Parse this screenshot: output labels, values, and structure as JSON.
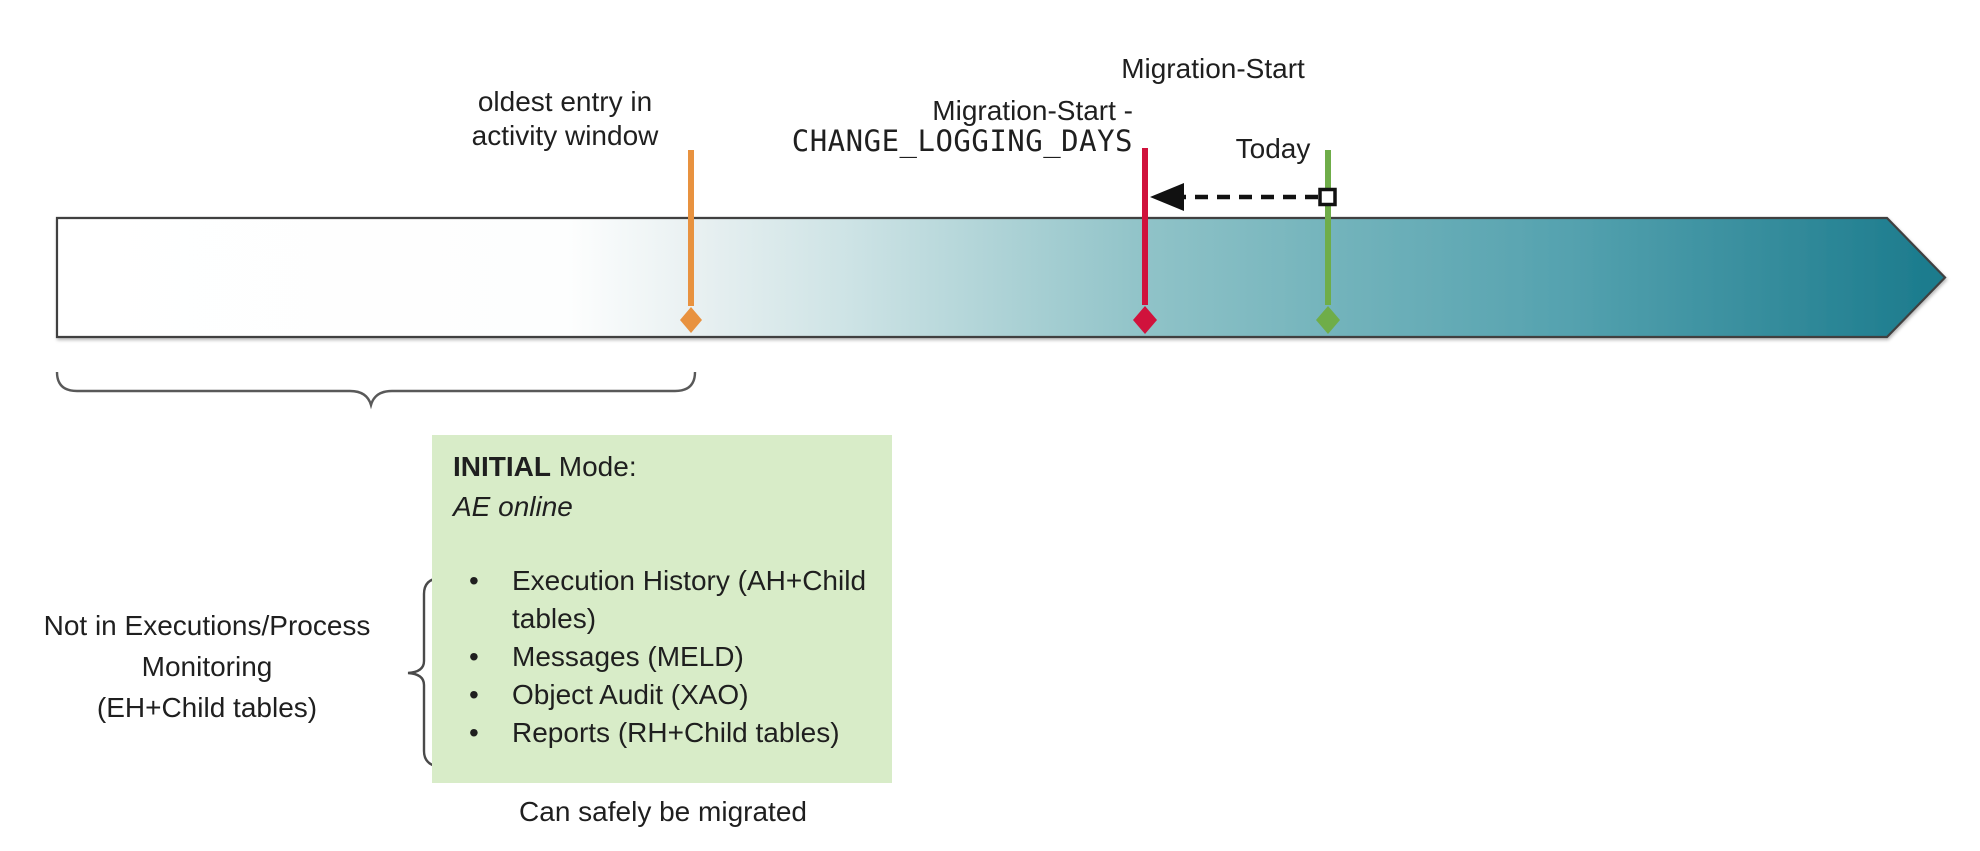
{
  "timeline": {
    "marker_oldest": {
      "label_line1": "oldest entry in",
      "label_line2": "activity window",
      "color": "#E8923F"
    },
    "marker_migration_minus": {
      "label_line1": "Migration-Start -",
      "label_line2": "CHANGE_LOGGING_DAYS",
      "color": "#D0123C"
    },
    "marker_today": {
      "top_label": "Migration-Start",
      "label": "Today",
      "color": "#6FAD49"
    },
    "bar_gradient_start": "#FFFFFF",
    "bar_gradient_end": "#1A7A8C",
    "outline_color": "#404040"
  },
  "left_note": {
    "line1": "Not in Executions/Process",
    "line2": "Monitoring",
    "line3": "(EH+Child tables)"
  },
  "info_box": {
    "background": "#D8ECC8",
    "title_bold": "INITIAL",
    "title_rest": " Mode:",
    "subtitle": "AE online",
    "bullet_glyph": "•",
    "bullets": [
      "Execution History (AH+Child tables)",
      "Messages (MELD)",
      "Object Audit (XAO)",
      "Reports (RH+Child tables)"
    ]
  },
  "caption": "Can safely be migrated"
}
